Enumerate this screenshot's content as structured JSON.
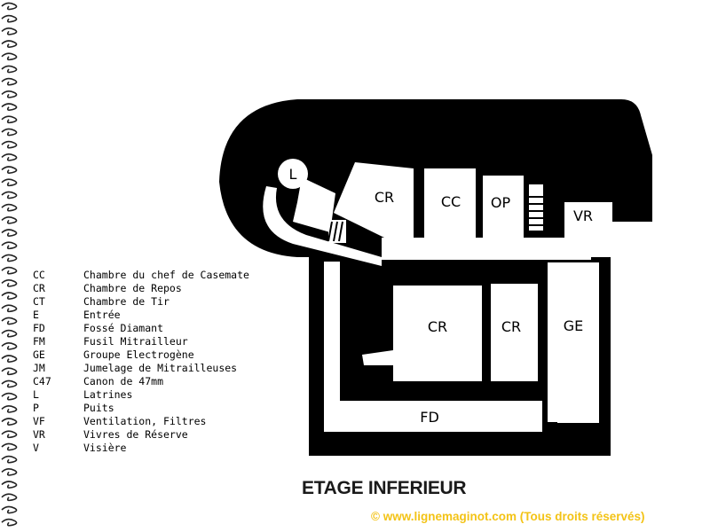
{
  "legend": [
    {
      "code": "CC",
      "label": "Chambre du chef de Casemate"
    },
    {
      "code": "CR",
      "label": "Chambre de Repos"
    },
    {
      "code": "CT",
      "label": "Chambre de Tir"
    },
    {
      "code": "E",
      "label": "Entrée"
    },
    {
      "code": "FD",
      "label": "Fossé Diamant"
    },
    {
      "code": "FM",
      "label": "Fusil Mitrailleur"
    },
    {
      "code": "GE",
      "label": "Groupe Electrogène"
    },
    {
      "code": "JM",
      "label": "Jumelage de Mitrailleuses"
    },
    {
      "code": "C47",
      "label": "Canon de 47mm"
    },
    {
      "code": "L",
      "label": "Latrines"
    },
    {
      "code": "P",
      "label": "Puits"
    },
    {
      "code": "VF",
      "label": "Ventilation, Filtres"
    },
    {
      "code": "VR",
      "label": "Vivres de Réserve"
    },
    {
      "code": "V",
      "label": "Visière"
    }
  ],
  "plan": {
    "rooms": {
      "latrines": "L",
      "cr_upper": "CR",
      "cc": "CC",
      "op": "OP",
      "vr": "VR",
      "cr_lower_left": "CR",
      "cr_lower_middle": "CR",
      "ge": "GE",
      "fd": "FD"
    }
  },
  "title": "ETAGE INFERIEUR",
  "copyright": "© www.lignemaginot.com (Tous droits réservés)",
  "colors": {
    "wall": "#000000",
    "room": "#ffffff",
    "copyright": "#f3c316"
  }
}
